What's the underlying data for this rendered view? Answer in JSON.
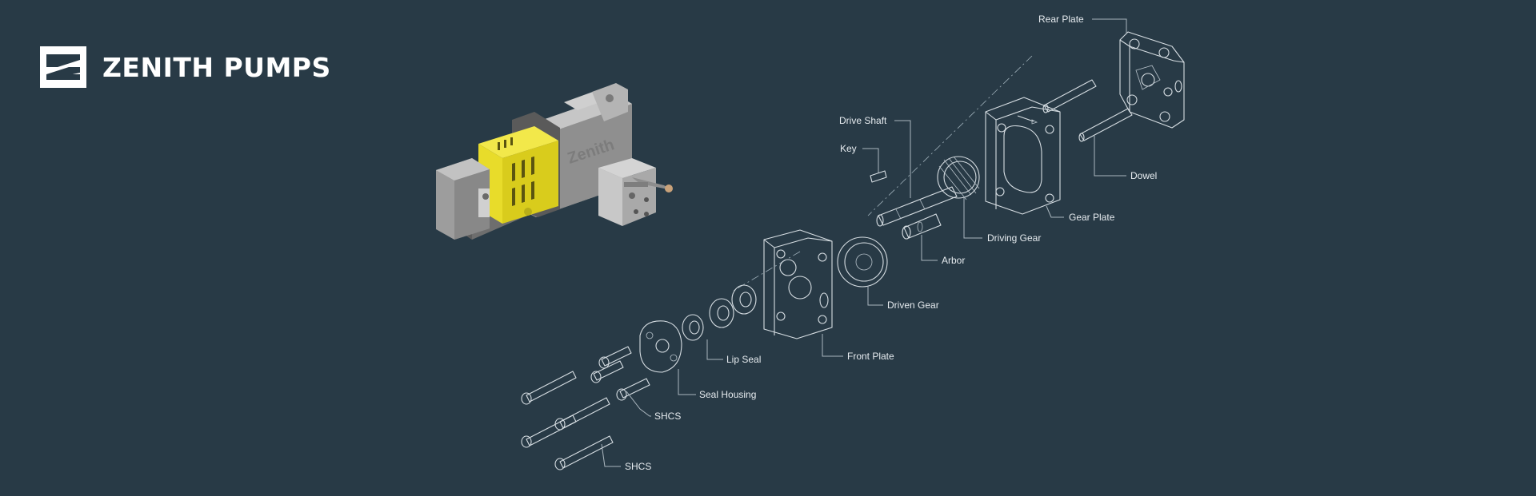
{
  "brand": {
    "name": "ZENITH PUMPS",
    "logo_icon": "zenith-z-logo-icon",
    "logo_color": "#ffffff"
  },
  "product_render": {
    "embossed_text": "Zenith",
    "accent_color": "#e8dc2a",
    "body_color": "#9a9a9a"
  },
  "diagram": {
    "background": "#283a46",
    "line_color": "#d7dee3",
    "callouts": [
      {
        "id": "rear-plate",
        "label": "Rear Plate"
      },
      {
        "id": "drive-shaft",
        "label": "Drive Shaft"
      },
      {
        "id": "key",
        "label": "Key"
      },
      {
        "id": "dowel",
        "label": "Dowel"
      },
      {
        "id": "gear-plate",
        "label": "Gear Plate"
      },
      {
        "id": "driving-gear",
        "label": "Driving Gear"
      },
      {
        "id": "arbor",
        "label": "Arbor"
      },
      {
        "id": "driven-gear",
        "label": "Driven Gear"
      },
      {
        "id": "front-plate",
        "label": "Front Plate"
      },
      {
        "id": "lip-seal",
        "label": "Lip Seal"
      },
      {
        "id": "seal-housing",
        "label": "Seal Housing"
      },
      {
        "id": "shcs-upper",
        "label": "SHCS"
      },
      {
        "id": "shcs-lower",
        "label": "SHCS"
      }
    ]
  }
}
